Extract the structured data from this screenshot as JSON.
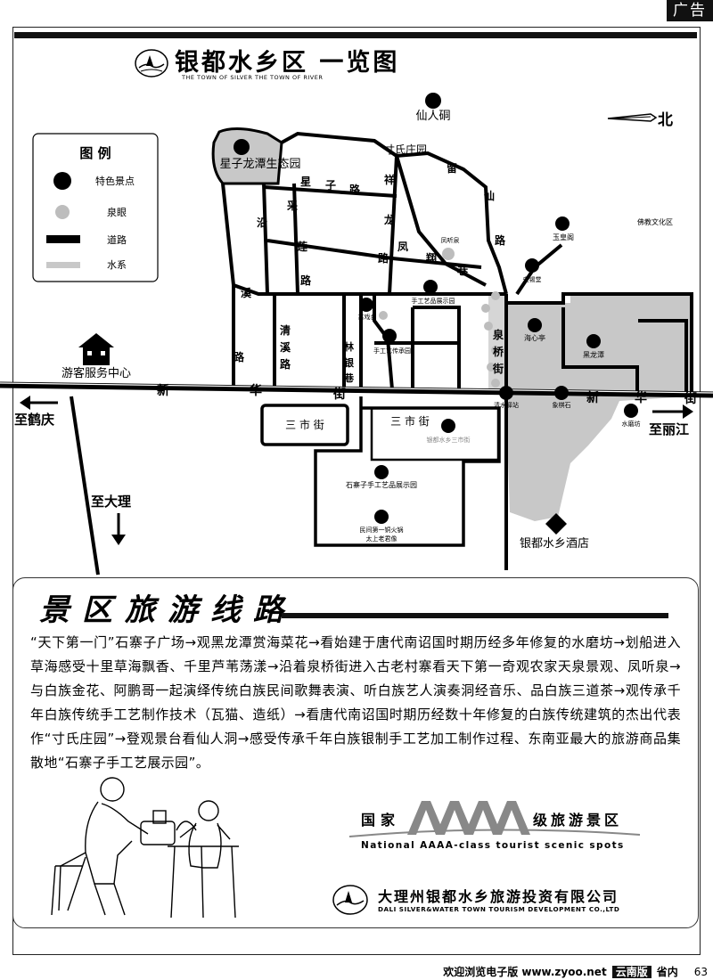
{
  "ad_tag": "广告",
  "header": {
    "title": "银都水乡区 一览图",
    "subtitle": "THE TOWN OF SILVER THE TOWN OF RIVER"
  },
  "legend": {
    "title": "图 例",
    "items": [
      {
        "label": "特色景点",
        "icon": "black-dot"
      },
      {
        "label": "泉眼",
        "icon": "grey-dot"
      },
      {
        "label": "道路",
        "icon": "black-bar"
      },
      {
        "label": "水系",
        "icon": "grey-bar"
      }
    ]
  },
  "map": {
    "north": "北",
    "visitor_center": "游客服务中心",
    "directions": {
      "heqing": "至鹤庆",
      "lijiang": "至丽江",
      "dali": "至大理"
    },
    "areas": {
      "sanshi_1": "三 市 街",
      "sanshi_2": "三 市 街"
    },
    "streets": {
      "xinhua": [
        "新",
        "华",
        "街"
      ],
      "xinhua_east": [
        "新",
        "华",
        "街"
      ],
      "xingzi": [
        "星",
        "子",
        "路"
      ],
      "xianglong": [
        "祥",
        "龙"
      ],
      "fengxiang": [
        "凤",
        "翔",
        "巷"
      ],
      "liuxian": [
        "留",
        "仙",
        "路"
      ],
      "yanxi": [
        "沿",
        "溪",
        "路"
      ],
      "cailian": [
        "采",
        "莲",
        "路"
      ],
      "qingxi": [
        "清",
        "溪",
        "路"
      ],
      "linyin": [
        "林",
        "银",
        "巷"
      ],
      "quanqiao": [
        "泉",
        "桥",
        "街"
      ],
      "xianglong_lu": "路"
    },
    "spots": {
      "xianren": "仙人硐",
      "cunshi": "寸氏庄园",
      "xingzi_park": "星子龙潭生态园",
      "fengting": "凤听泉",
      "yuhuang": "玉皇阁",
      "fojiao": "佛教文化区",
      "yangpu": "央锡堂",
      "guxi": "古戏台",
      "shougong": "手工艺品展示园",
      "chuanchengyuan": "手工艺传承园",
      "haixin": "海心亭",
      "heilong": "黑龙潭",
      "qingshui": "清水驿站",
      "xiangqi": "象棋石",
      "shuimo": "水磨坊",
      "yinsanshi": "银都水乡三市街",
      "shizhai": "石寨子手工艺品展示园",
      "minjian": "民间第一铜火锅",
      "taishang": "太上老君像",
      "hotel": "银都水乡酒店"
    }
  },
  "route": {
    "title": "景区旅游线路",
    "text": "“天下第一门”石寨子广场→观黑龙潭赏海菜花→看始建于唐代南诏国时期历经多年修复的水磨坊→划船进入草海感受十里草海飘香、千里芦苇荡漾→沿着泉桥街进入古老村寨看天下第一奇观农家天泉景观、凤听泉→与白族金花、阿鹏哥一起演绎传统白族民间歌舞表演、听白族艺人演奏洞经音乐、品白族三道茶→观传承千年白族传统手工艺制作技术（瓦猫、造纸）→看唐代南诏国时期历经数十年修复的白族传统建筑的杰出代表作“寸氏庄园”→登观景台看仙人洞→感受传承千年白族银制手工艺加工制作过程、东南亚最大的旅游商品集散地“石寨子手工艺展示园”。"
  },
  "badge": {
    "left": "国家",
    "center": "AAAA",
    "right": "级旅游景区",
    "english": "National AAAA-class tourist scenic spots"
  },
  "company": {
    "cn": "大理州银都水乡旅游投资有限公司",
    "en": "DALI SILVER&WATER TOWN TOURISM DEVELOPMENT CO.,LTD"
  },
  "footer": {
    "welcome": "欢迎浏览电子版 www.zyoo.net",
    "edition": "云南版",
    "section": "省内",
    "page": "63"
  }
}
